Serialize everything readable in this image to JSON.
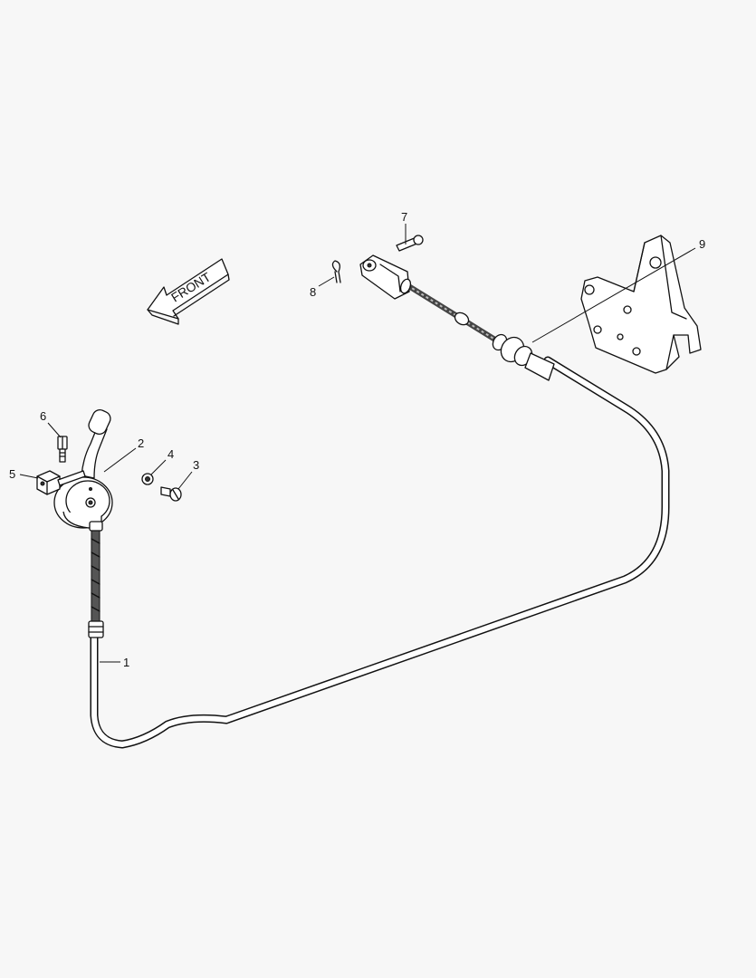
{
  "front_label": "FRONT",
  "callouts": {
    "c1": "1",
    "c2": "2",
    "c3": "3",
    "c4": "4",
    "c5": "5",
    "c6": "6",
    "c7": "7",
    "c8": "8",
    "c9": "9"
  }
}
